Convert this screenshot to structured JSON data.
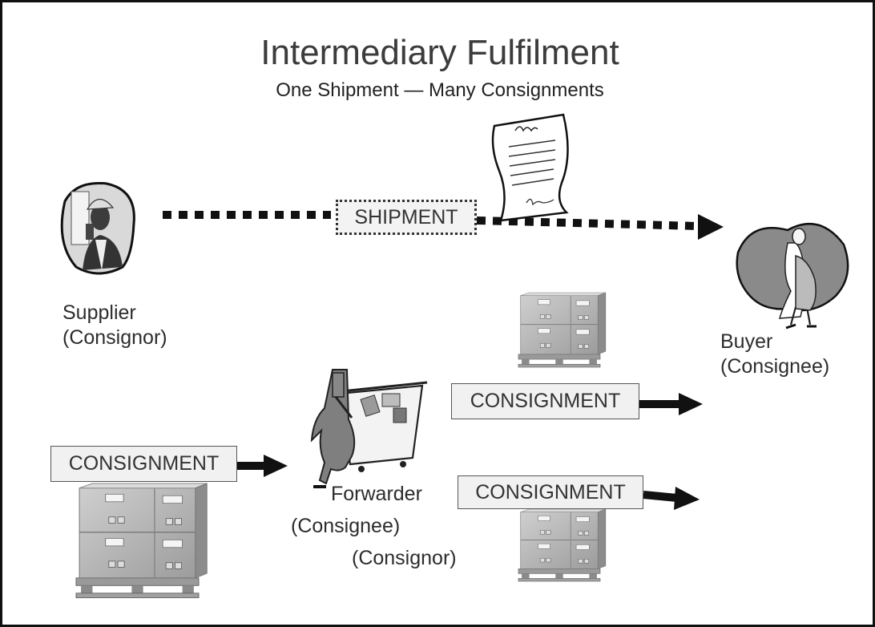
{
  "title": "Intermediary Fulfilment",
  "subtitle": "One Shipment — Many Consignments",
  "shipment_label": "SHIPMENT",
  "consignment_label": "CONSIGNMENT",
  "actors": {
    "supplier": {
      "name": "Supplier",
      "role": "(Consignor)",
      "icon": "supplier-worker-icon"
    },
    "buyer": {
      "name": "Buyer",
      "role": "(Consignee)",
      "icon": "buyer-reading-receipt-icon"
    },
    "forwarder": {
      "name": "Forwarder",
      "role_in": "(Consignee)",
      "role_out": "(Consignor)",
      "icon": "forwarder-cart-icon"
    }
  },
  "document_icon": "shipping-document-icon",
  "pallet_icon": "pallet-boxes-icon",
  "colors": {
    "ink": "#111111",
    "box_fill": "#f1f1f1",
    "figure_gray": "#8a8a8a"
  }
}
